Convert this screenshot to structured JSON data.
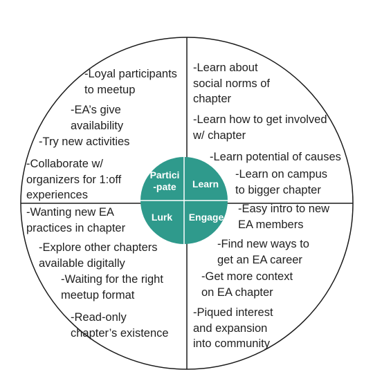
{
  "colors": {
    "core_fill": "#2f9a8c",
    "line": "#1a1a1a",
    "core_text": "#ffffff",
    "text": "#1f1f1f"
  },
  "core": {
    "participate": "Partici\n-pate",
    "learn": "Learn",
    "lurk": "Lurk",
    "engage": "Engage"
  },
  "quadrants": {
    "participate": [
      "-Loyal participants\nto meetup",
      "-EA’s give\navailability",
      "-Try new activities",
      "-Collaborate w/\norganizers for 1:off\nexperiences"
    ],
    "learn": [
      "-Learn about\nsocial norms of\nchapter",
      "-Learn how to get involved\nw/ chapter",
      "-Learn potential of causes",
      "-Learn on campus\nto bigger chapter"
    ],
    "lurk": [
      "-Wanting new EA\npractices in chapter",
      "-Explore other chapters\navailable digitally",
      "-Waiting for the right\nmeetup format",
      "-Read-only\nchapter’s existence"
    ],
    "engage": [
      "-Easy intro to new\nEA members",
      "-Find new ways to\nget an EA career",
      "-Get more context\non EA chapter",
      "-Piqued interest\nand expansion\ninto community"
    ]
  }
}
